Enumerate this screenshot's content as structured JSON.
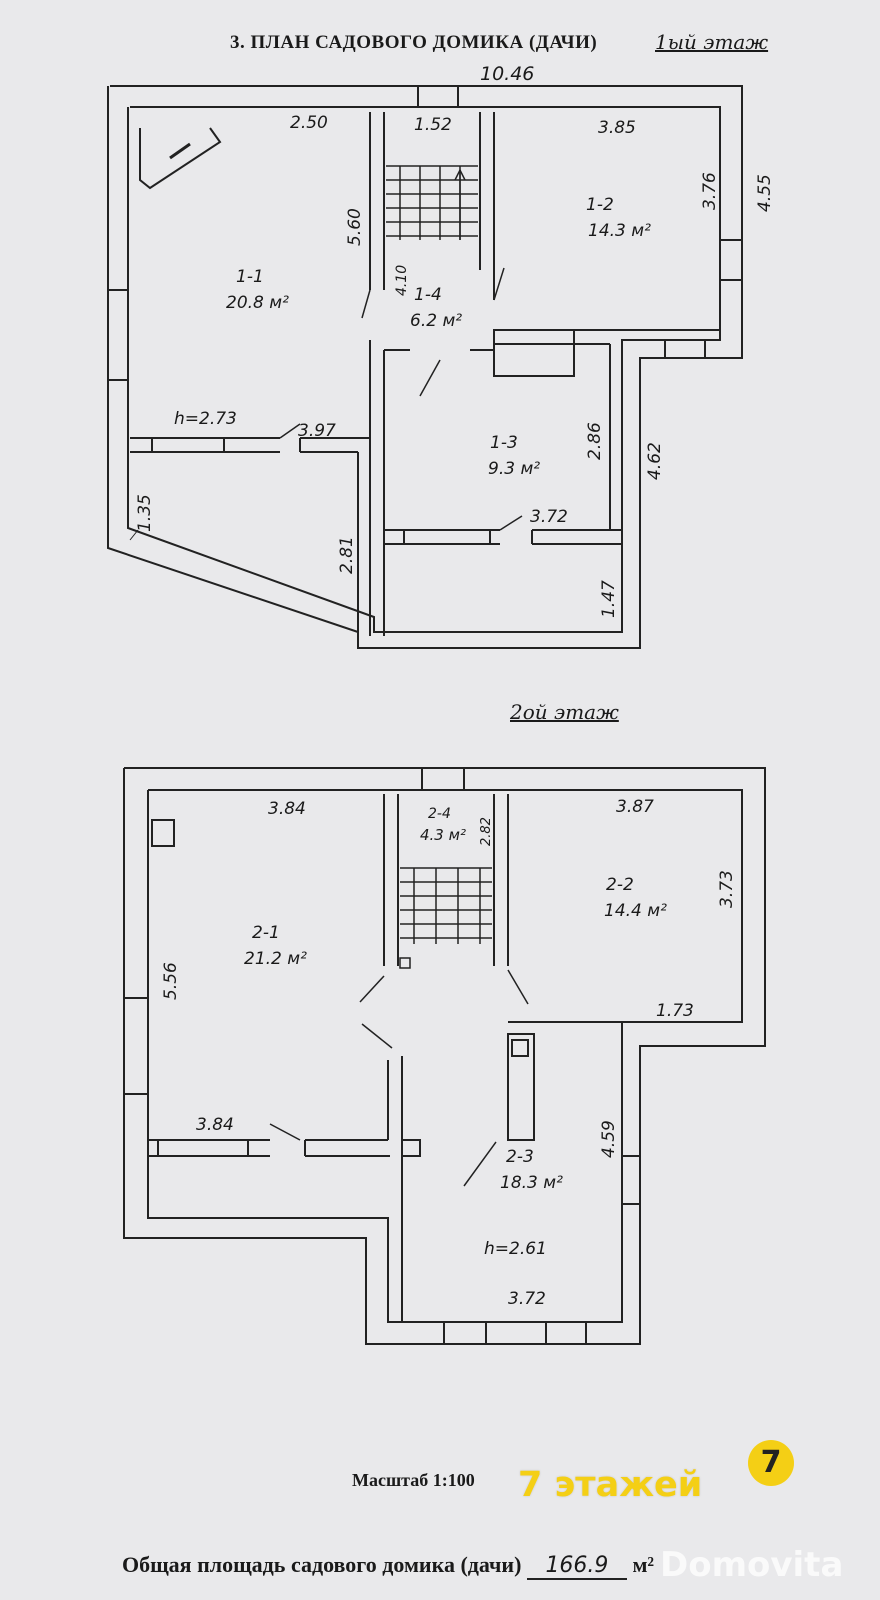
{
  "title": "3. ПЛАН САДОВОГО ДОМИКА (ДАЧИ)",
  "floor1_label": "1ый этаж",
  "floor2_label": "2ой этаж",
  "floor1": {
    "overall_width": "10.46",
    "right_height": "4.55",
    "dims": {
      "d250": "2.50",
      "d152": "1.52",
      "d385": "3.85",
      "d376": "3.76",
      "d560": "5.60",
      "d410": "4.10",
      "d397": "3.97",
      "d286": "2.86",
      "d462": "4.62",
      "d372": "3.72",
      "d135": "1.35",
      "d281": "2.81",
      "d147": "1.47"
    },
    "height": "h=2.73",
    "rooms": {
      "r11_id": "1-1",
      "r11_area": "20.8 м²",
      "r12_id": "1-2",
      "r12_area": "14.3 м²",
      "r13_id": "1-3",
      "r13_area": "9.3 м²",
      "r14_id": "1-4",
      "r14_area": "6.2 м²"
    }
  },
  "floor2": {
    "dims": {
      "d384a": "3.84",
      "d387": "3.87",
      "d373": "3.73",
      "d556": "5.56",
      "d173": "1.73",
      "d384b": "3.84",
      "d459": "4.59",
      "d372": "3.72",
      "d282": "2.82"
    },
    "height": "h=2.61",
    "rooms": {
      "r21_id": "2-1",
      "r21_area": "21.2 м²",
      "r22_id": "2-2",
      "r22_area": "14.4 м²",
      "r23_id": "2-3",
      "r23_area": "18.3 м²",
      "r24_id": "2-4",
      "r24_area": "4.3 м²"
    }
  },
  "scale": "Масштаб 1:100",
  "brand_text": "7 этажей",
  "brand_badge": "7",
  "total_label": "Общая площадь садового домика (дачи)",
  "total_value": "166.9",
  "total_unit": "м²",
  "watermark": "Domovita"
}
